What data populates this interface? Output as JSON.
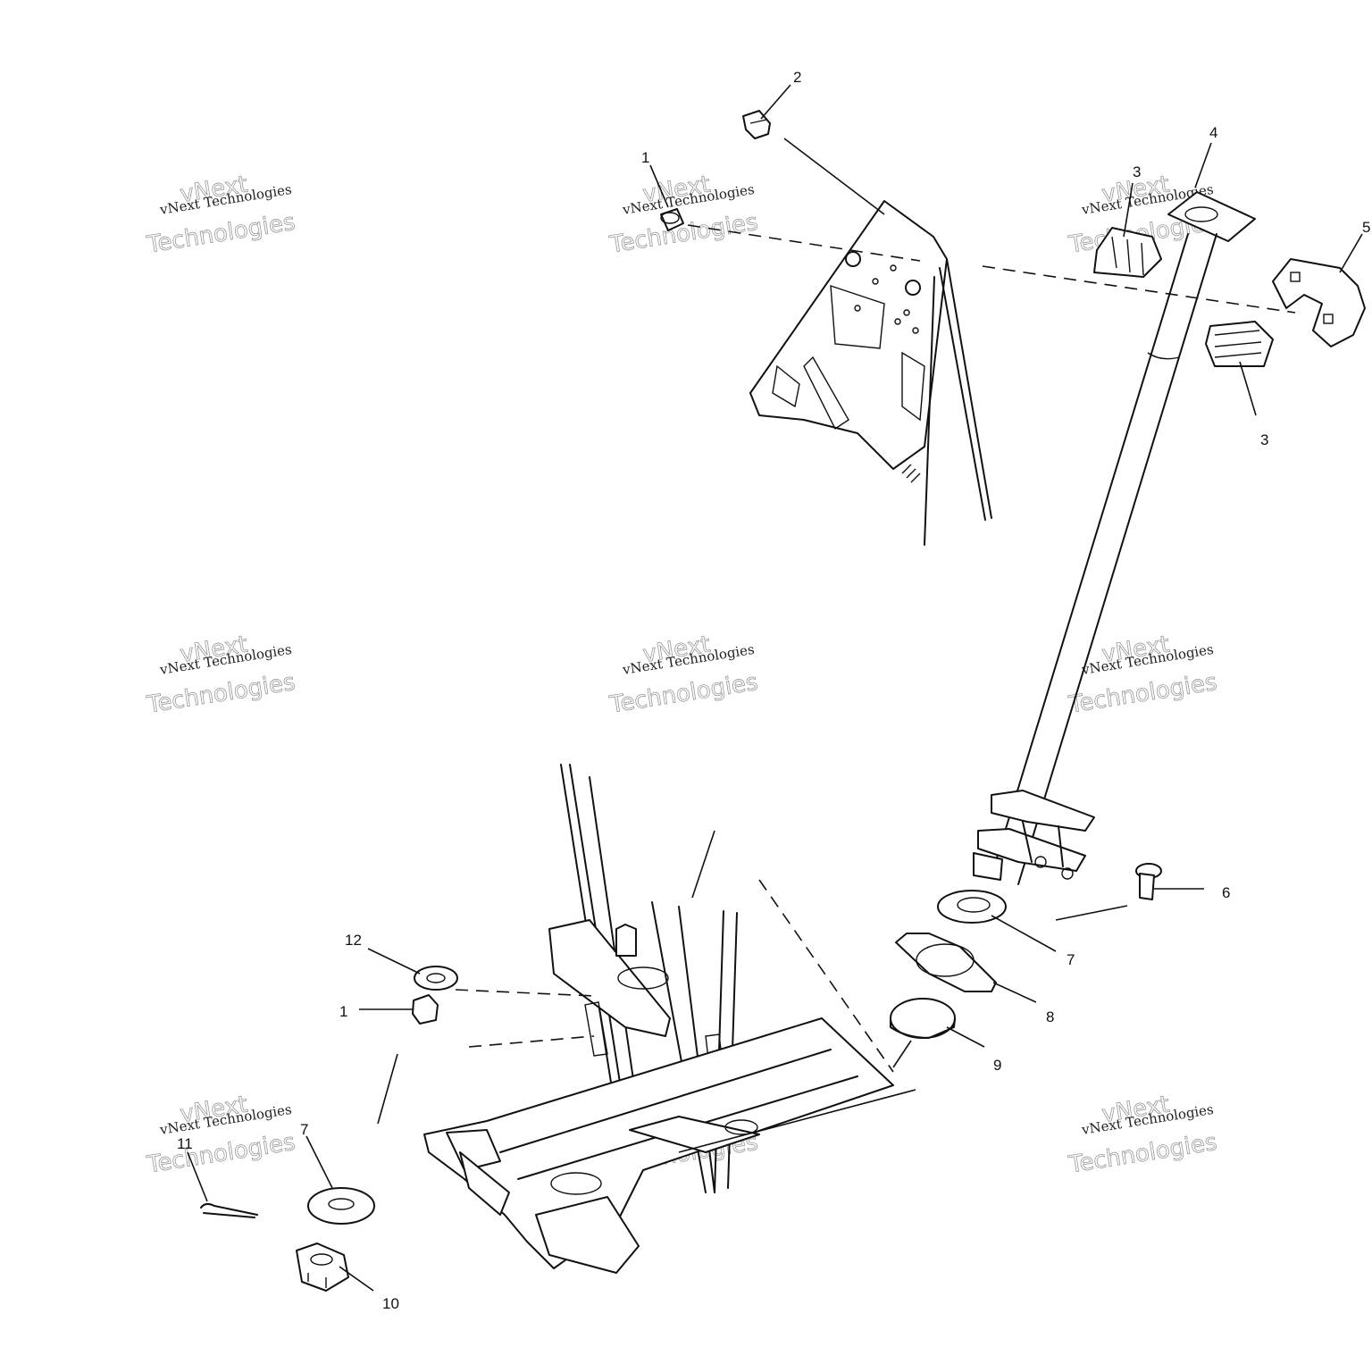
{
  "callouts": {
    "c1a": "1",
    "c2": "2",
    "c3a": "3",
    "c4": "4",
    "c5": "5",
    "c3b": "3",
    "c6": "6",
    "c7a": "7",
    "c8": "8",
    "c9": "9",
    "c12": "12",
    "c1b": "1",
    "c11": "11",
    "c7b": "7",
    "c10": "10"
  },
  "watermark": {
    "small": "vNext Technologies",
    "large": "Technologies",
    "top": "vNext"
  },
  "colors": {
    "line": "#111111",
    "background": "#ffffff"
  }
}
